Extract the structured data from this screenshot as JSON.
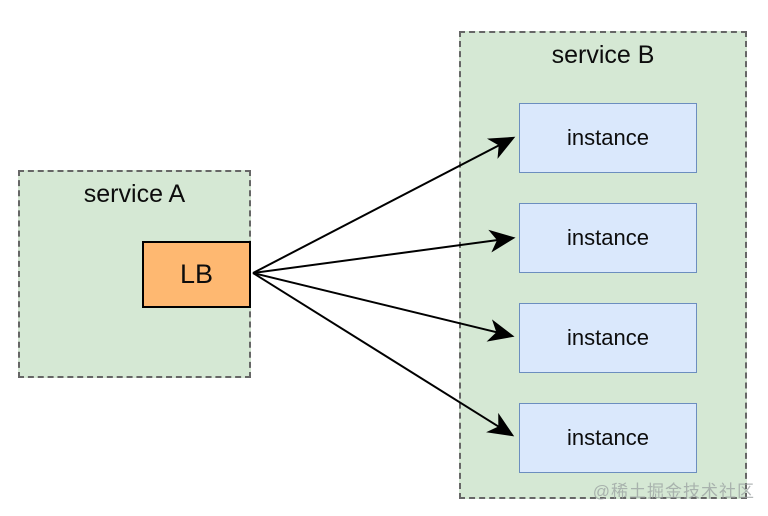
{
  "diagram": {
    "service_a": {
      "title": "service A",
      "lb_label": "LB"
    },
    "service_b": {
      "title": "service B",
      "instances": [
        "instance",
        "instance",
        "instance",
        "instance"
      ]
    },
    "watermark": "@稀土掘金技术社区",
    "colors": {
      "group_fill": "#d5e8d4",
      "group_border": "#666666",
      "lb_fill": "#feb871",
      "lb_border": "#000000",
      "instance_fill": "#dae8fc",
      "instance_border": "#6c8ebf",
      "arrow_color": "#000000",
      "text_color": "#0d0d0d",
      "watermark_color": "#9aa0a0"
    }
  }
}
